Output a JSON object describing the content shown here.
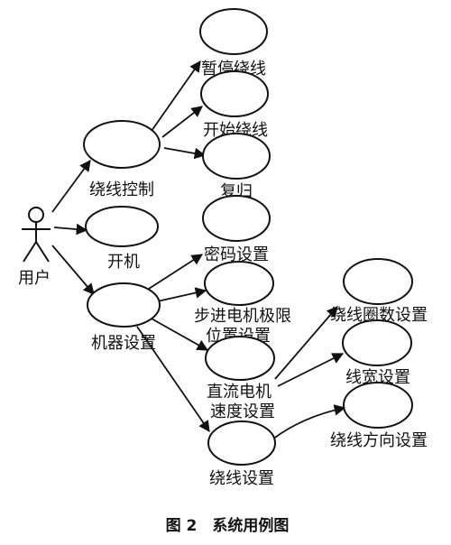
{
  "actor": {
    "label": "用户"
  },
  "use_cases": {
    "pause_winding": "暂停绕线",
    "start_winding": "开始绕线",
    "reset": "复归",
    "winding_control": "绕线控制",
    "power_on": "开机",
    "password_setting": "密码设置",
    "stepper_limit_line1": "步进电机极限",
    "stepper_limit_line2": "位置设置",
    "machine_setting": "机器设置",
    "dc_motor_line1": "直流电机",
    "dc_motor_line2": "速度设置",
    "winding_setting": "绕线设置",
    "turns_setting": "绕线圈数设置",
    "width_setting": "线宽设置",
    "direction_setting": "绕线方向设置"
  },
  "caption": "图 2　系统用例图"
}
